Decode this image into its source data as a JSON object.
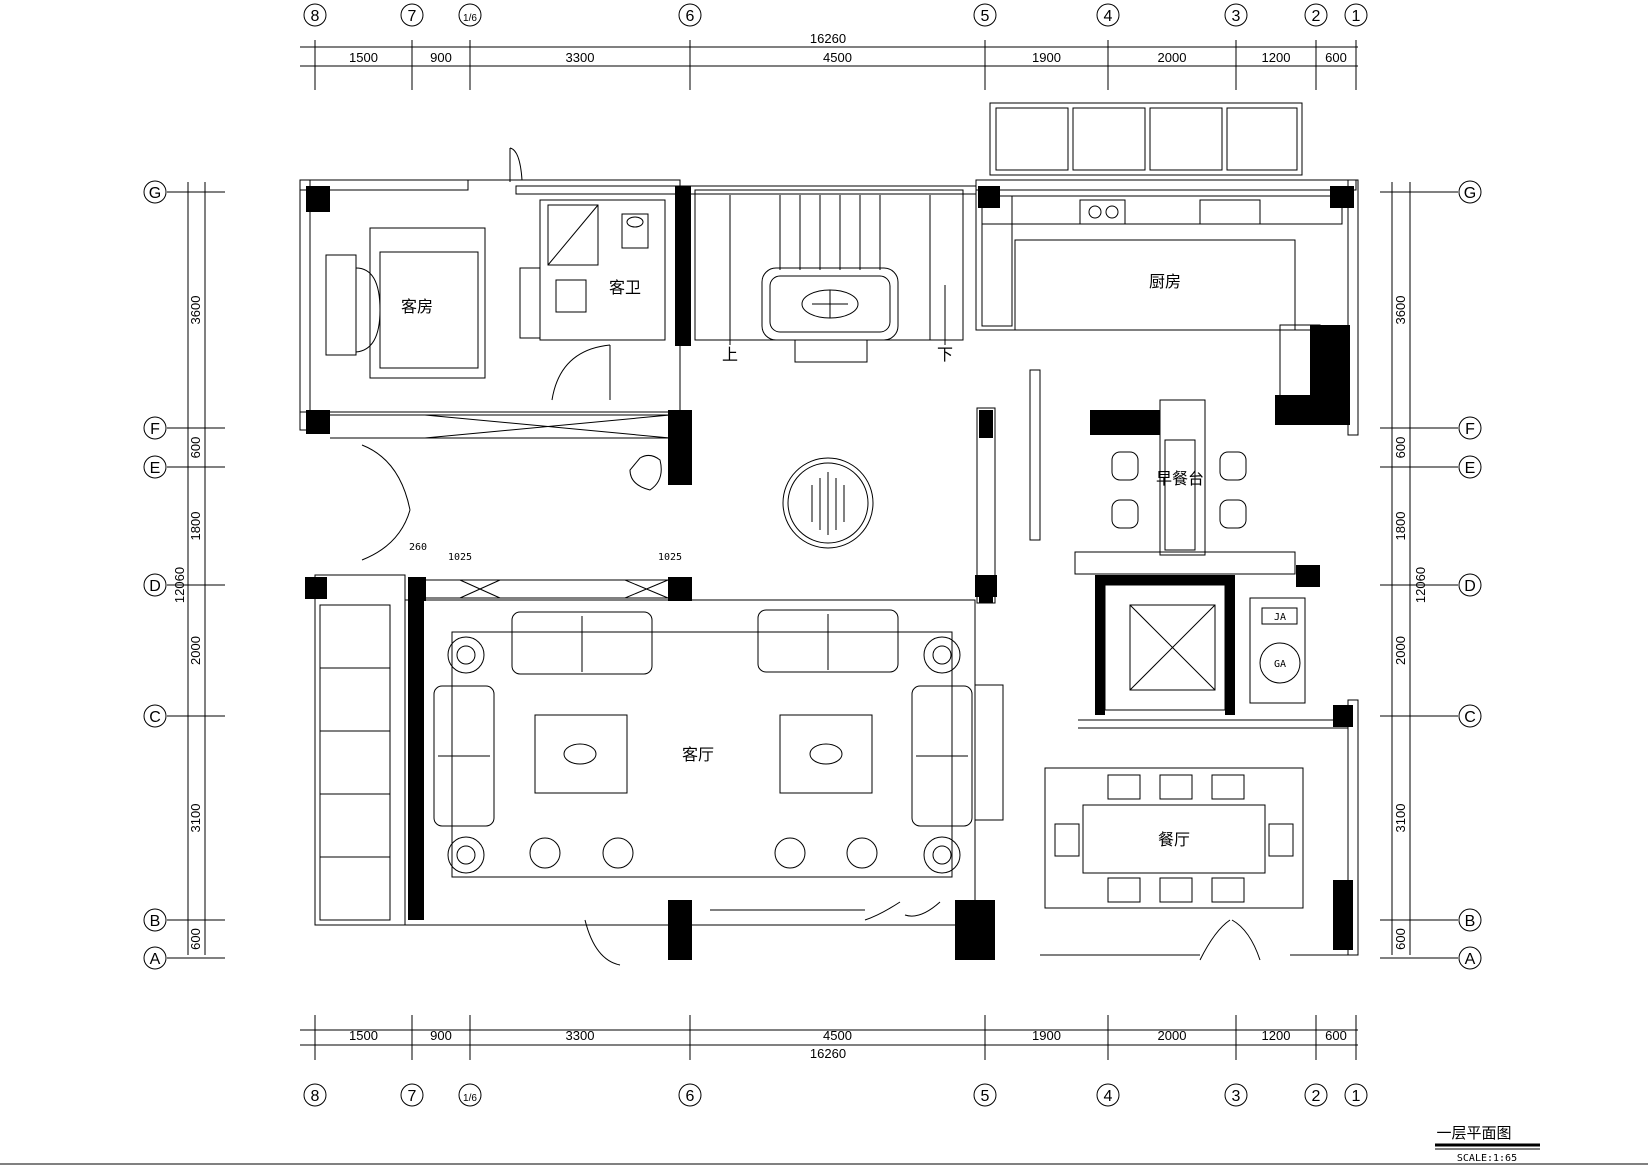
{
  "dims": {
    "top_total": "16260",
    "top_segments": [
      "1500",
      "900",
      "3300",
      "4500",
      "1900",
      "2000",
      "1200",
      "600"
    ],
    "bottom_total": "16260",
    "bottom_segments": [
      "1500",
      "900",
      "3300",
      "4500",
      "1900",
      "2000",
      "1200",
      "600"
    ],
    "left_total": "12060",
    "left_segments": [
      "3600",
      "600",
      "1800",
      "2000",
      "3100",
      "600"
    ],
    "right_total": "12060",
    "right_segments": [
      "3600",
      "600",
      "1800",
      "2000",
      "3100",
      "600"
    ]
  },
  "column_axes": [
    "8",
    "7",
    "1/6",
    "6",
    "5",
    "4",
    "3",
    "2",
    "1"
  ],
  "row_axes": [
    "G",
    "F",
    "E",
    "D",
    "C",
    "B",
    "A"
  ],
  "rooms": {
    "guest_room": "客房",
    "guest_bath": "客卫",
    "kitchen": "厨房",
    "breakfast": "早餐台",
    "living": "客厅",
    "dining": "餐厅"
  },
  "stairs": {
    "up": "上",
    "down": "下"
  },
  "misc_labels": [
    "1025",
    "1025",
    "260"
  ],
  "equipment": [
    "JA",
    "GA"
  ],
  "title": {
    "name": "一层平面图",
    "scale": "SCALE:1:65"
  }
}
